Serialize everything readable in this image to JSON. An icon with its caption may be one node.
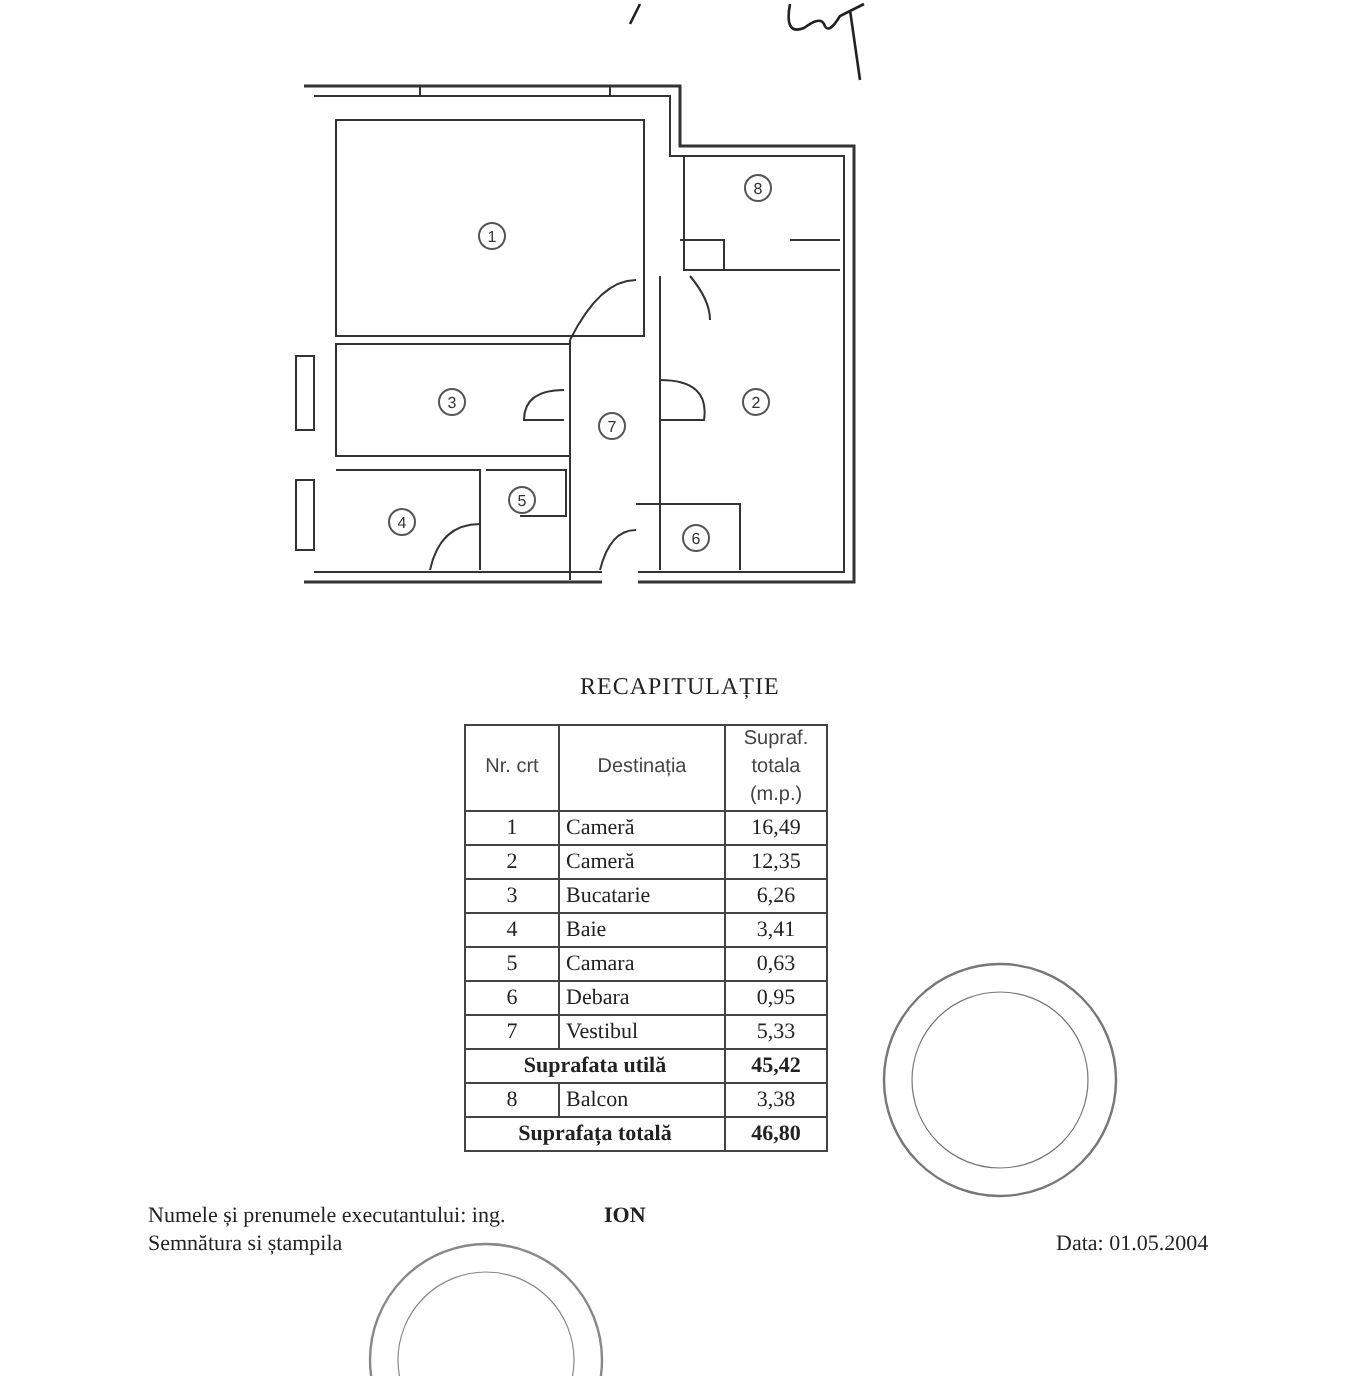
{
  "diagram": {
    "title": "RECAPITULAȚIE",
    "nodes": [
      {
        "text": [
          "1"
        ]
      },
      {
        "text": [
          "8"
        ]
      },
      {
        "text": [
          "3"
        ]
      },
      {
        "text": [
          "2"
        ]
      },
      {
        "text": [
          "7"
        ]
      },
      {
        "text": [
          "5"
        ]
      },
      {
        "text": [
          "4"
        ]
      },
      {
        "text": [
          "6"
        ]
      }
    ],
    "labels": [
      "Nr. crt",
      "Destinația",
      "Supraf. totala (m.p.)",
      "1",
      "Cameră",
      "16,49",
      "2",
      "Cameră",
      "12,35",
      "3",
      "Bucatarie",
      "6,26",
      "4",
      "Baie",
      "3,41",
      "5",
      "Camara",
      "0,63",
      "6",
      "Debara",
      "0,95",
      "7",
      "Vestibul",
      "5,33",
      "Suprafata utilă",
      "45,42",
      "8",
      "Balcon",
      "3,38",
      "Suprafața totală",
      "46,80",
      "Numele și prenumele executantului: ing.",
      "ION",
      "Semnătura si ștampila",
      "Data: 01.05.2004"
    ]
  }
}
